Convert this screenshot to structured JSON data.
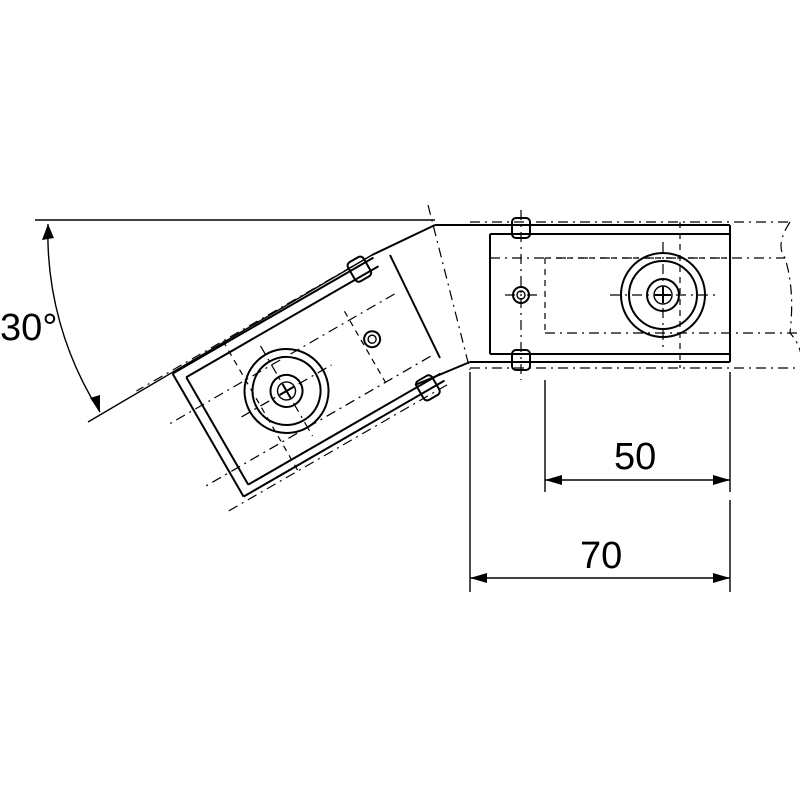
{
  "dimensions": {
    "angle_label": "30°",
    "inner_width_label": "50",
    "outer_width_label": "70"
  },
  "colors": {
    "line": "#000000",
    "background": "#ffffff"
  }
}
